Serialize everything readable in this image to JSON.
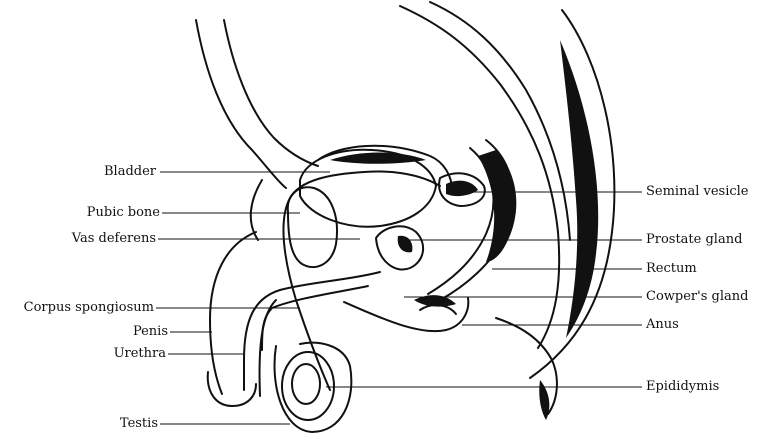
{
  "diagram": {
    "labels_left": {
      "bladder": "Bladder",
      "pubic_bone": "Pubic bone",
      "vas_deferens": "Vas deferens",
      "corpus_spongiosum": "Corpus spongiosum",
      "penis": "Penis",
      "urethra": "Urethra",
      "testis": "Testis"
    },
    "labels_right": {
      "seminal_vesicle": "Seminal vesicle",
      "prostate_gland": "Prostate gland",
      "rectum": "Rectum",
      "cowpers_gland": "Cowper's gland",
      "anus": "Anus",
      "epididymis": "Epididymis"
    },
    "colors": {
      "ink": "#111111",
      "background": "#ffffff"
    }
  }
}
